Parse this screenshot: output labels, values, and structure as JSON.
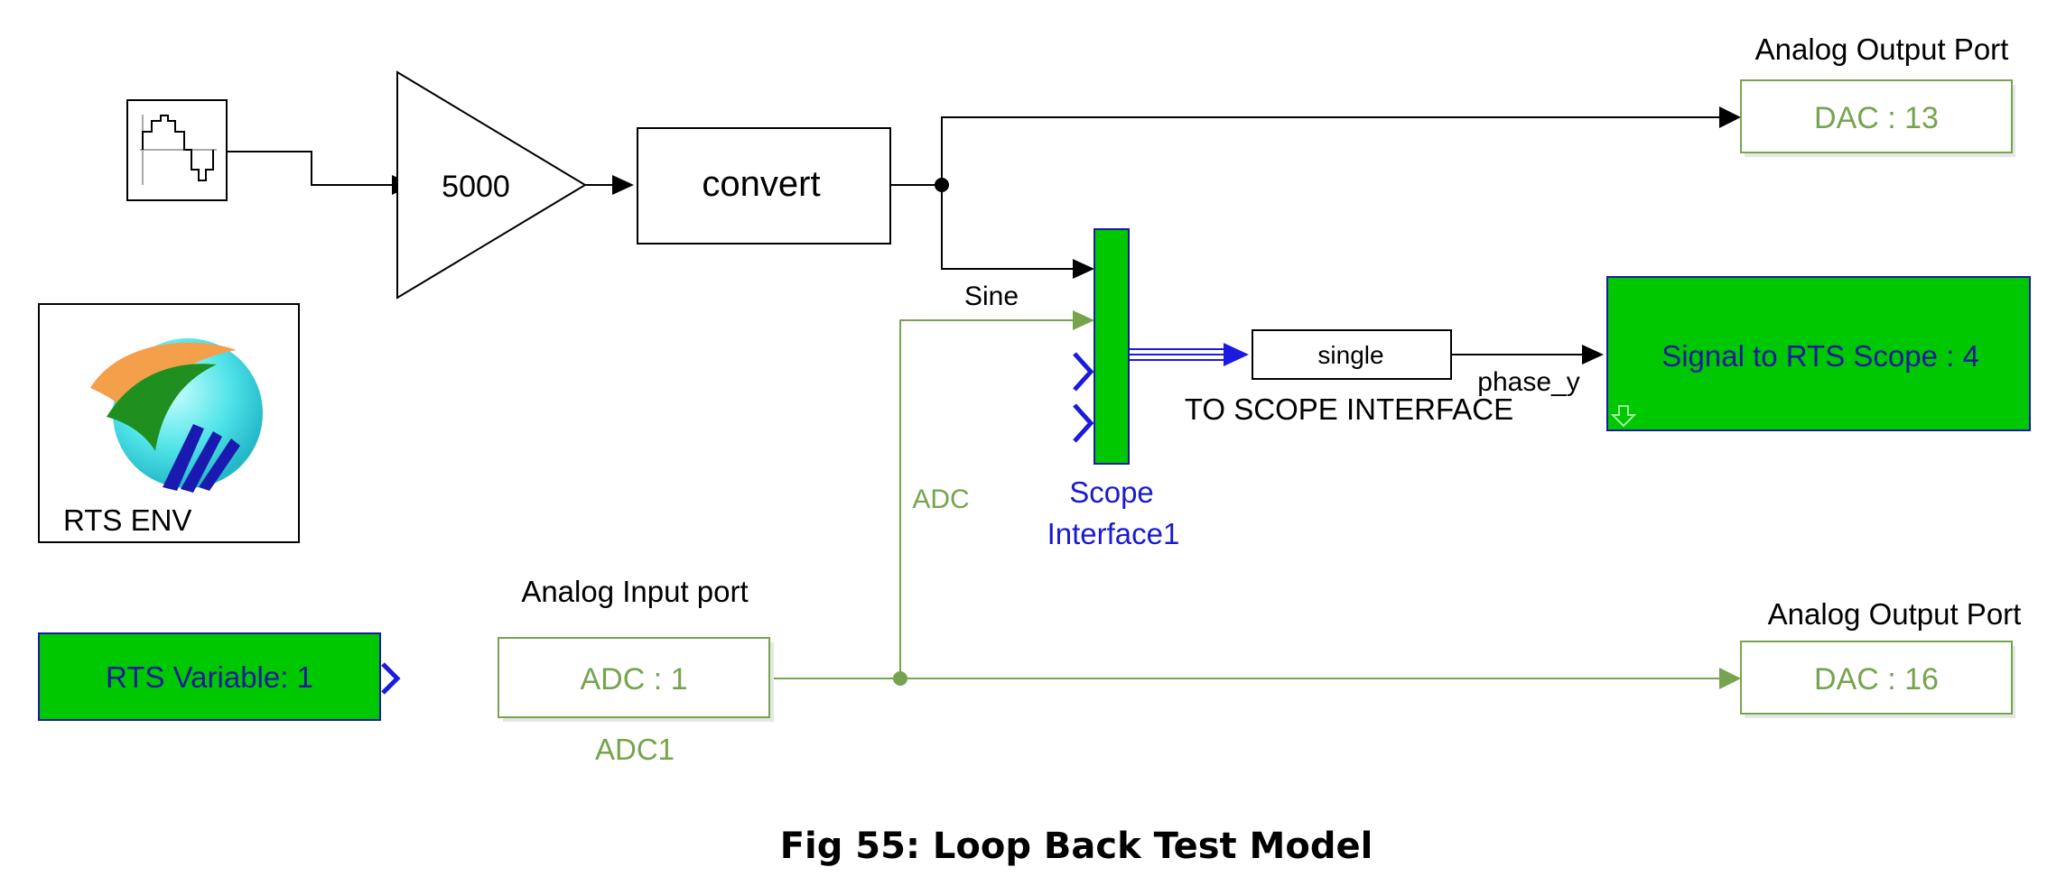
{
  "blocks": {
    "gain": {
      "value": "5000"
    },
    "convert": {
      "label": "convert"
    },
    "dac_top": {
      "title": "Analog Output Port",
      "value": "DAC :  13"
    },
    "dac_bottom": {
      "title": "Analog Output Port",
      "value": "DAC :  16"
    },
    "scope_interface": {
      "name_line1": "Scope",
      "name_line2": "Interface1"
    },
    "single": {
      "label": "single"
    },
    "rts_scope": {
      "label": "Signal to RTS Scope :  4"
    },
    "rts_env": {
      "label": "RTS ENV"
    },
    "rts_variable": {
      "label": "RTS Variable: 1"
    },
    "adc": {
      "title": "Analog Input port",
      "value": "ADC :  1",
      "name": "ADC1"
    }
  },
  "signals": {
    "sine": "Sine",
    "adc": "ADC",
    "phase_y": "phase_y",
    "to_scope": "TO SCOPE INTERFACE"
  },
  "caption": "Fig 55: Loop Back Test Model",
  "colors": {
    "green_fill": "#00c800",
    "dark_blue_border": "#1a1aa0",
    "signal_green": "#76a44e",
    "dark_text_blue": "#1a1a9a",
    "link_blue": "#1a1ad0",
    "bus_blue": "#1a1ae0"
  }
}
